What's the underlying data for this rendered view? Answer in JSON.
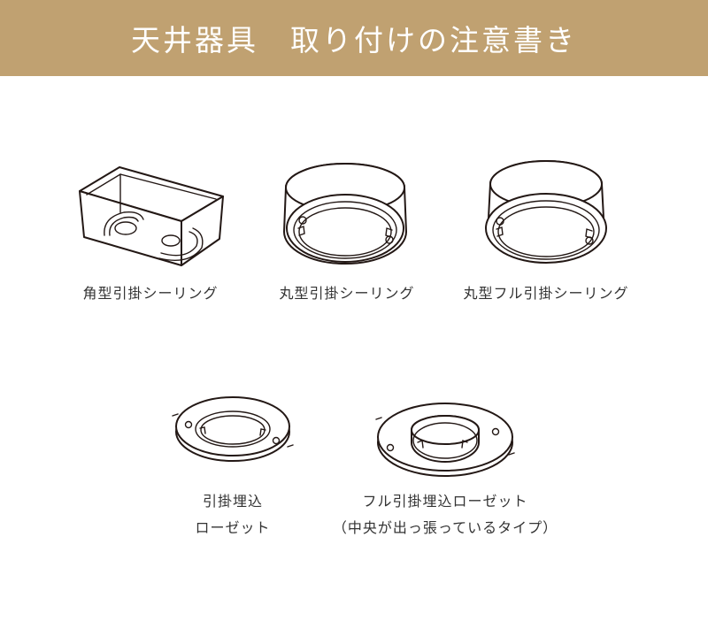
{
  "header": {
    "title": "天井器具　取り付けの注意書き",
    "background_color": "#c0a171",
    "text_color": "#ffffff"
  },
  "items": [
    {
      "name": "square-hook-ceiling",
      "label_lines": [
        "角型引掛シーリング"
      ]
    },
    {
      "name": "round-hook-ceiling",
      "label_lines": [
        "丸型引掛シーリング"
      ]
    },
    {
      "name": "round-full-hook-ceiling",
      "label_lines": [
        "丸型フル引掛シーリング"
      ]
    },
    {
      "name": "hook-embedded-rosette",
      "label_lines": [
        "引掛埋込",
        "ローゼット"
      ]
    },
    {
      "name": "full-hook-embedded-rosette",
      "label_lines": [
        "フル引掛埋込ローゼット",
        "（中央が出っ張っているタイプ）"
      ]
    }
  ],
  "colors": {
    "line": "#231815",
    "label_text": "#333333",
    "page_background": "#ffffff"
  }
}
